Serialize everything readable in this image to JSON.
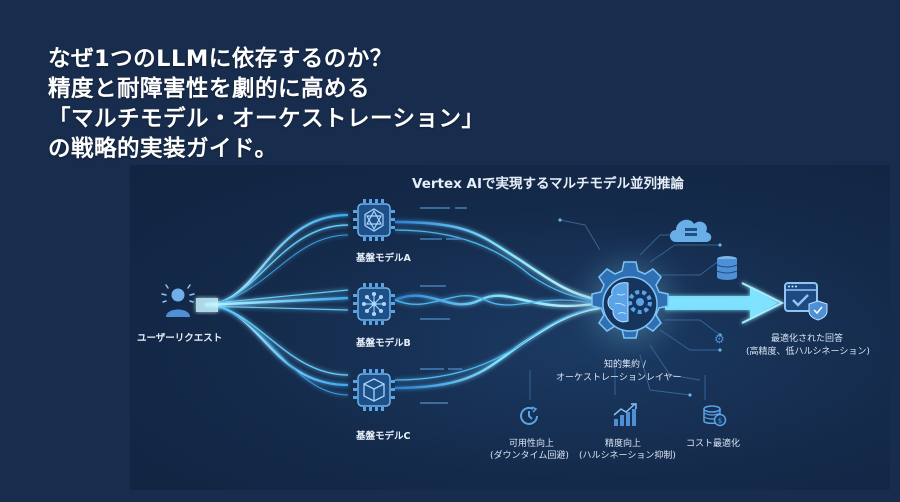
{
  "title": {
    "lines": [
      "なぜ1つのLLMに依存するのか？",
      "精度と耐障害性を劇的に高める",
      "「マルチモデル・オーケストレーション」",
      "の戦略的実装ガイド。"
    ]
  },
  "diagram": {
    "title": "Vertex AIで実現するマルチモデル並列推論",
    "source": {
      "label": "ユーザーリクエスト",
      "icon": "user-icon"
    },
    "models": [
      {
        "label": "基盤モデルA",
        "icon": "hexagon-star-icon"
      },
      {
        "label": "基盤モデルB",
        "icon": "network-node-icon"
      },
      {
        "label": "基盤モデルC",
        "icon": "cube-icon"
      }
    ],
    "orchestrator": {
      "label_line1": "知的集約 /",
      "label_line2": "オーケストレーションレイヤー",
      "icon": "brain-gear-icon"
    },
    "output": {
      "label_line1": "最適化された回答",
      "label_line2": "(高精度、低ハルシネーション)",
      "icon": "verified-window-icon"
    },
    "benefits": [
      {
        "label": "可用性向上",
        "sub": "(ダウンタイム回避)",
        "icon": "clock-icon"
      },
      {
        "label": "精度向上",
        "sub": "(ハルシネーション抑制)",
        "icon": "growth-chart-icon"
      },
      {
        "label": "コスト最適化",
        "sub": "",
        "icon": "coins-icon"
      }
    ],
    "extras": {
      "cloud": "cloud-server-icon",
      "database": "database-icon",
      "settings": "gear-icon"
    },
    "colors": {
      "background": "#182d4d",
      "panel": "#142a4a",
      "flow_bright": "#7fe3ff",
      "flow_mid": "#3aa8f0",
      "icon_fill": "#4f8fd6",
      "icon_light": "#8ec5f5"
    }
  }
}
